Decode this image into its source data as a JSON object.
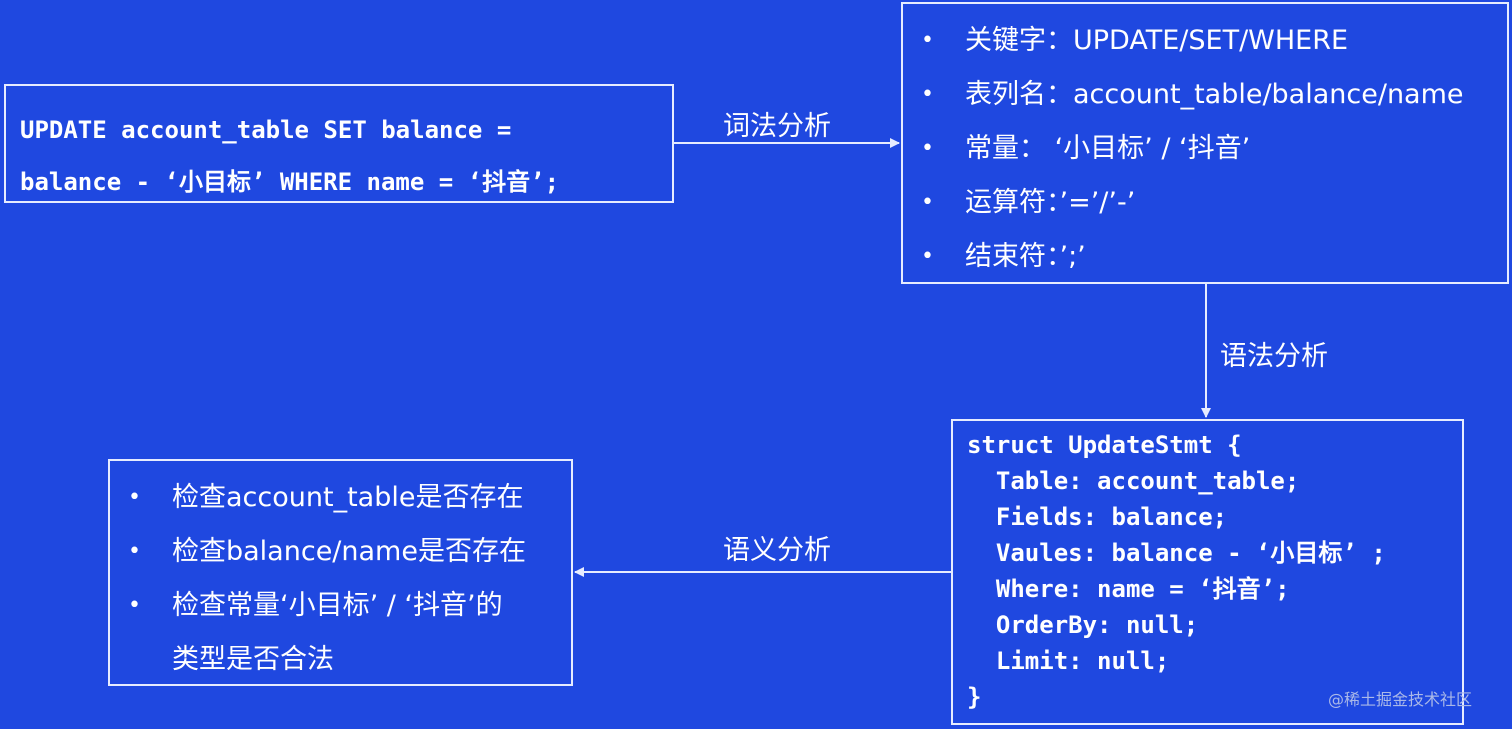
{
  "sql_box": {
    "lines": [
      "UPDATE account_table SET balance =",
      "balance - ‘小目标’ WHERE name = ‘抖音’;"
    ]
  },
  "tokens_box": {
    "items": [
      "关键字：UPDATE/SET/WHERE",
      "表列名：account_table/balance/name",
      "常量： ‘小目标’ / ‘抖音’",
      "运算符：’=’/’-’",
      "结束符：’;’"
    ]
  },
  "struct_box": {
    "lines": [
      "struct UpdateStmt {",
      "  Table: account_table;",
      "  Fields: balance;",
      "  Vaules: balance - ‘小目标’ ;",
      "  Where: name = ‘抖音’;",
      "  OrderBy: null;",
      "  Limit: null;",
      "}"
    ]
  },
  "checks_box": {
    "items": [
      "检查account_table是否存在",
      "检查balance/name是否存在",
      "检查常量‘小目标’ / ‘抖音’的"
    ],
    "continuation": "类型是否合法"
  },
  "edges": {
    "lexical": "词法分析",
    "syntax": "语法分析",
    "semantic": "语义分析"
  },
  "watermark": "@稀土掘金技术社区",
  "colors": {
    "background": "#1f48e0",
    "border": "#e6ecff",
    "text": "#ffffff"
  }
}
